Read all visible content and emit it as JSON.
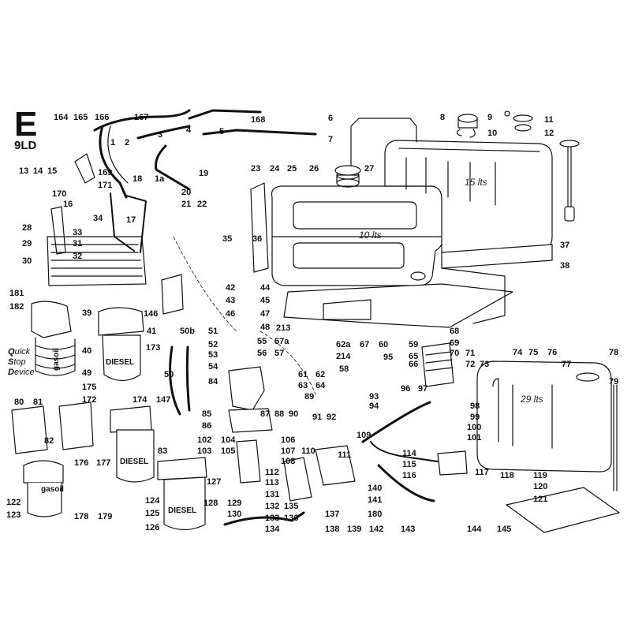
{
  "heading": {
    "letter": "E",
    "model": "9LD"
  },
  "quick_stop": {
    "q": "Q",
    "q_rest": "uick",
    "s": "S",
    "s_rest": "top",
    "d": "D",
    "d_rest": "evice"
  },
  "tanks": {
    "small": "10 lts",
    "medium": "15 lts",
    "large": "29 lts"
  },
  "filter_brands": {
    "diesel_1": "DIESEL",
    "diesel_2": "DIESEL",
    "diesel_3": "DIESEL",
    "gasoil_1": "gasoil",
    "gasoil_2": "gasoil"
  },
  "labels": [
    "164",
    "165",
    "166",
    "167",
    "168",
    "1",
    "2",
    "3",
    "4",
    "5",
    "6",
    "7",
    "8",
    "9",
    "10",
    "11",
    "12",
    "13",
    "14",
    "15",
    "16",
    "169",
    "170",
    "171",
    "18",
    "1a",
    "19",
    "20",
    "21",
    "22",
    "23",
    "24",
    "25",
    "26",
    "27",
    "17",
    "34",
    "28",
    "29",
    "30",
    "31",
    "32",
    "33",
    "35",
    "36",
    "37",
    "38",
    "42",
    "43",
    "44",
    "45",
    "46",
    "47",
    "48",
    "181",
    "182",
    "39",
    "146",
    "40",
    "41",
    "49",
    "50",
    "50b",
    "173",
    "175",
    "172",
    "174",
    "147",
    "51",
    "52",
    "53",
    "54",
    "55",
    "56",
    "57",
    "57a",
    "213",
    "214",
    "62a",
    "67",
    "60",
    "68",
    "69",
    "70",
    "71",
    "72",
    "73",
    "59",
    "65",
    "66",
    "74",
    "75",
    "76",
    "77",
    "78",
    "79",
    "58",
    "61",
    "62",
    "63",
    "64",
    "84",
    "89",
    "93",
    "94",
    "95",
    "96",
    "97",
    "98",
    "99",
    "100",
    "101",
    "80",
    "81",
    "82",
    "176",
    "177",
    "83",
    "85",
    "86",
    "87",
    "88",
    "90",
    "91",
    "92",
    "109",
    "102",
    "103",
    "104",
    "105",
    "106",
    "107",
    "108",
    "110",
    "111",
    "112",
    "113",
    "114",
    "115",
    "116",
    "117",
    "118",
    "119",
    "120",
    "121",
    "122",
    "123",
    "124",
    "125",
    "126",
    "127",
    "128",
    "129",
    "130",
    "131",
    "132",
    "133",
    "134",
    "135",
    "136",
    "137",
    "138",
    "139",
    "140",
    "141",
    "142",
    "143",
    "144",
    "145",
    "178",
    "179",
    "180"
  ]
}
